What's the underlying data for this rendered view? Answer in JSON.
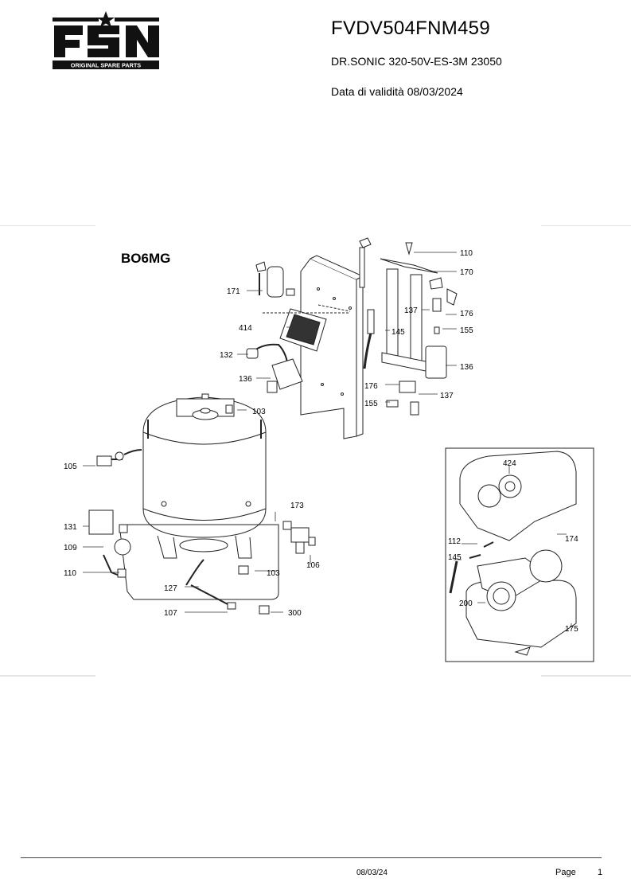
{
  "header": {
    "logo_text": "FSN",
    "logo_tagline": "ORIGINAL SPARE PARTS",
    "code": "FVDV504FNM459",
    "model": "DR.SONIC 320-50V-ES-3M 23050",
    "validity": "Data di validità 08/03/2024"
  },
  "diagram": {
    "title": "BO6MG",
    "labels": {
      "l110a": "110",
      "l170": "170",
      "l171": "171",
      "l137a": "137",
      "l176a": "176",
      "l414": "414",
      "l145a": "145",
      "l155a": "155",
      "l132": "132",
      "l136a": "136",
      "l136b": "136",
      "l176b": "176",
      "l137b": "137",
      "l155b": "155",
      "l103a": "103",
      "l105": "105",
      "l173": "173",
      "l131": "131",
      "l109": "109",
      "l106": "106",
      "l110b": "110",
      "l103b": "103",
      "l127": "127",
      "l107": "107",
      "l300": "300",
      "l424": "424",
      "l112": "112",
      "l174": "174",
      "l145b": "145",
      "l200": "200",
      "l175": "175"
    }
  },
  "footer": {
    "date": "08/03/24",
    "page_label": "Page",
    "page_number": "1"
  }
}
